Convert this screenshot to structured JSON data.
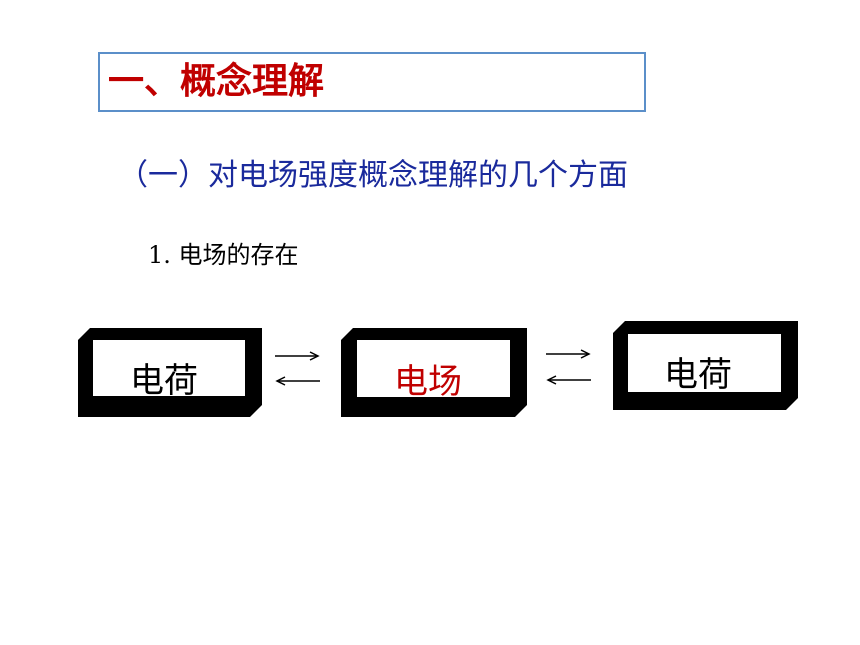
{
  "heading": {
    "title": "一、概念理解"
  },
  "section": {
    "subtitle": "（一）对电场强度概念理解的几个方面",
    "item_1": "1.  电场的存在"
  },
  "diagram": {
    "box_left_label": "电荷",
    "box_middle_label": "电场",
    "box_right_label": "电荷",
    "label_color_normal": "#000000",
    "label_color_highlight": "#c00000"
  }
}
